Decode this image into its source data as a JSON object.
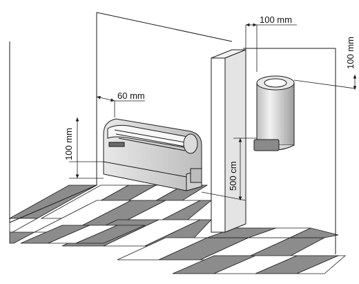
{
  "dimensions": {
    "unit_side": "60 mm",
    "unit_floor": "100 mm",
    "pillar_height": "500 cm",
    "tank_top": "100 mm",
    "tank_side": "100 mm"
  },
  "colors": {
    "line": "#1a1a1a",
    "tile_dark": "#8c8c8c",
    "tile_light": "#ffffff",
    "appliance_shade": "#d6d6d6"
  }
}
